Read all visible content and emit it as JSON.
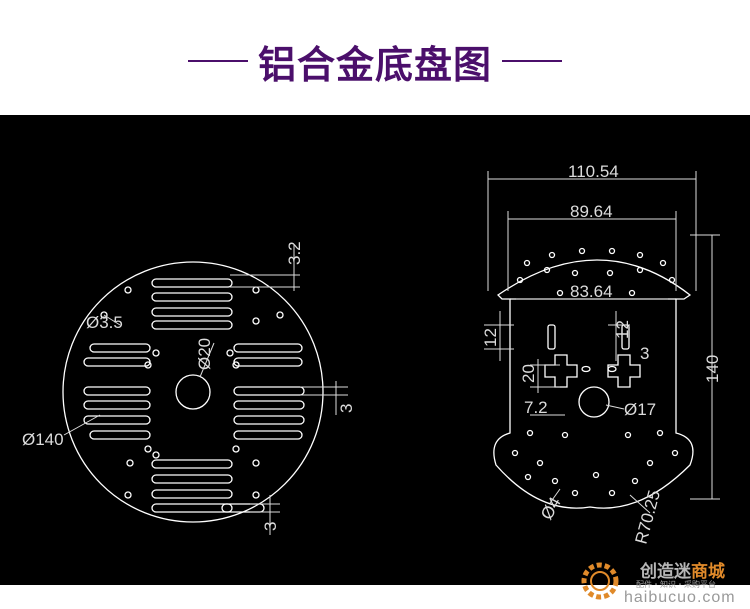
{
  "header": {
    "title": "铝合金底盘图"
  },
  "drawing": {
    "left_plate": {
      "dim_3_2": "3.2",
      "dim_d3_5": "Ø3.5",
      "dim_d20": "Ø20",
      "dim_d140": "Ø140",
      "dim_3_a": "3",
      "dim_3_b": "3"
    },
    "right_plate": {
      "dim_110_54": "110.54",
      "dim_89_64": "89.64",
      "dim_83_64": "83.64",
      "dim_12_a": "12",
      "dim_12_b": "12",
      "dim_3": "3",
      "dim_20": "20",
      "dim_7_2": "7.2",
      "dim_d17": "Ø17",
      "dim_140": "140",
      "dim_d4": "Ø4",
      "dim_r70_25": "R70.25"
    }
  },
  "watermark": {
    "brand_part1": "创造迷",
    "brand_part2": "商城",
    "subtitle": "配件・知识・采购平台",
    "url": "haibucuo.com"
  },
  "colors": {
    "title": "#4b0f6b",
    "background_drawing": "#000000",
    "line": "#ffffff",
    "dimension": "#dcdcdc",
    "watermark_accent": "#e08a2a"
  }
}
